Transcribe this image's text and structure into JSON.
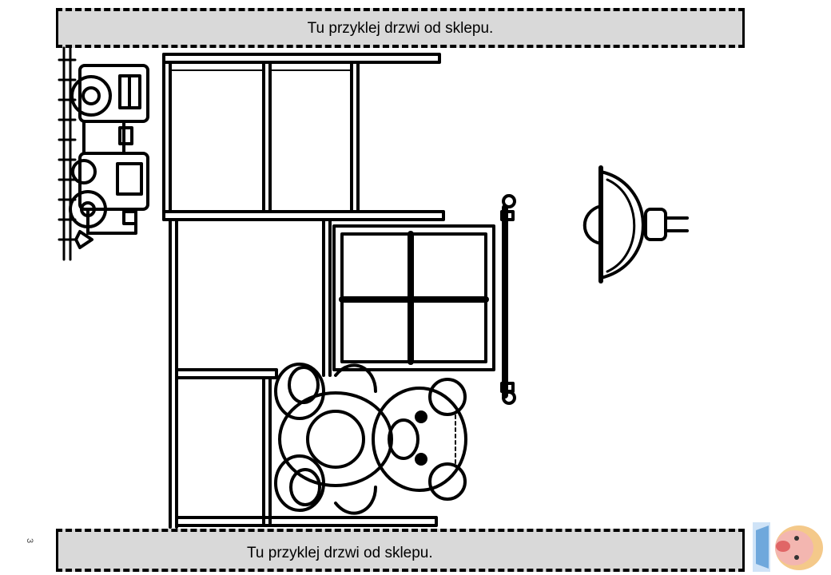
{
  "top_strip": {
    "text": "Tu przyklej drzwi od sklepu."
  },
  "bottom_strip": {
    "text": "Tu przyklej drzwi od sklepu."
  },
  "page_number": "3",
  "icons": {
    "train": "toy-train-icon",
    "shelf": "shelf-icon",
    "window": "window-icon",
    "teddy": "teddy-bear-icon",
    "lamp": "ceiling-lamp-icon",
    "baby": "baby-face-icon"
  },
  "colors": {
    "strip_fill": "#d9d9d9",
    "line": "#000000"
  }
}
